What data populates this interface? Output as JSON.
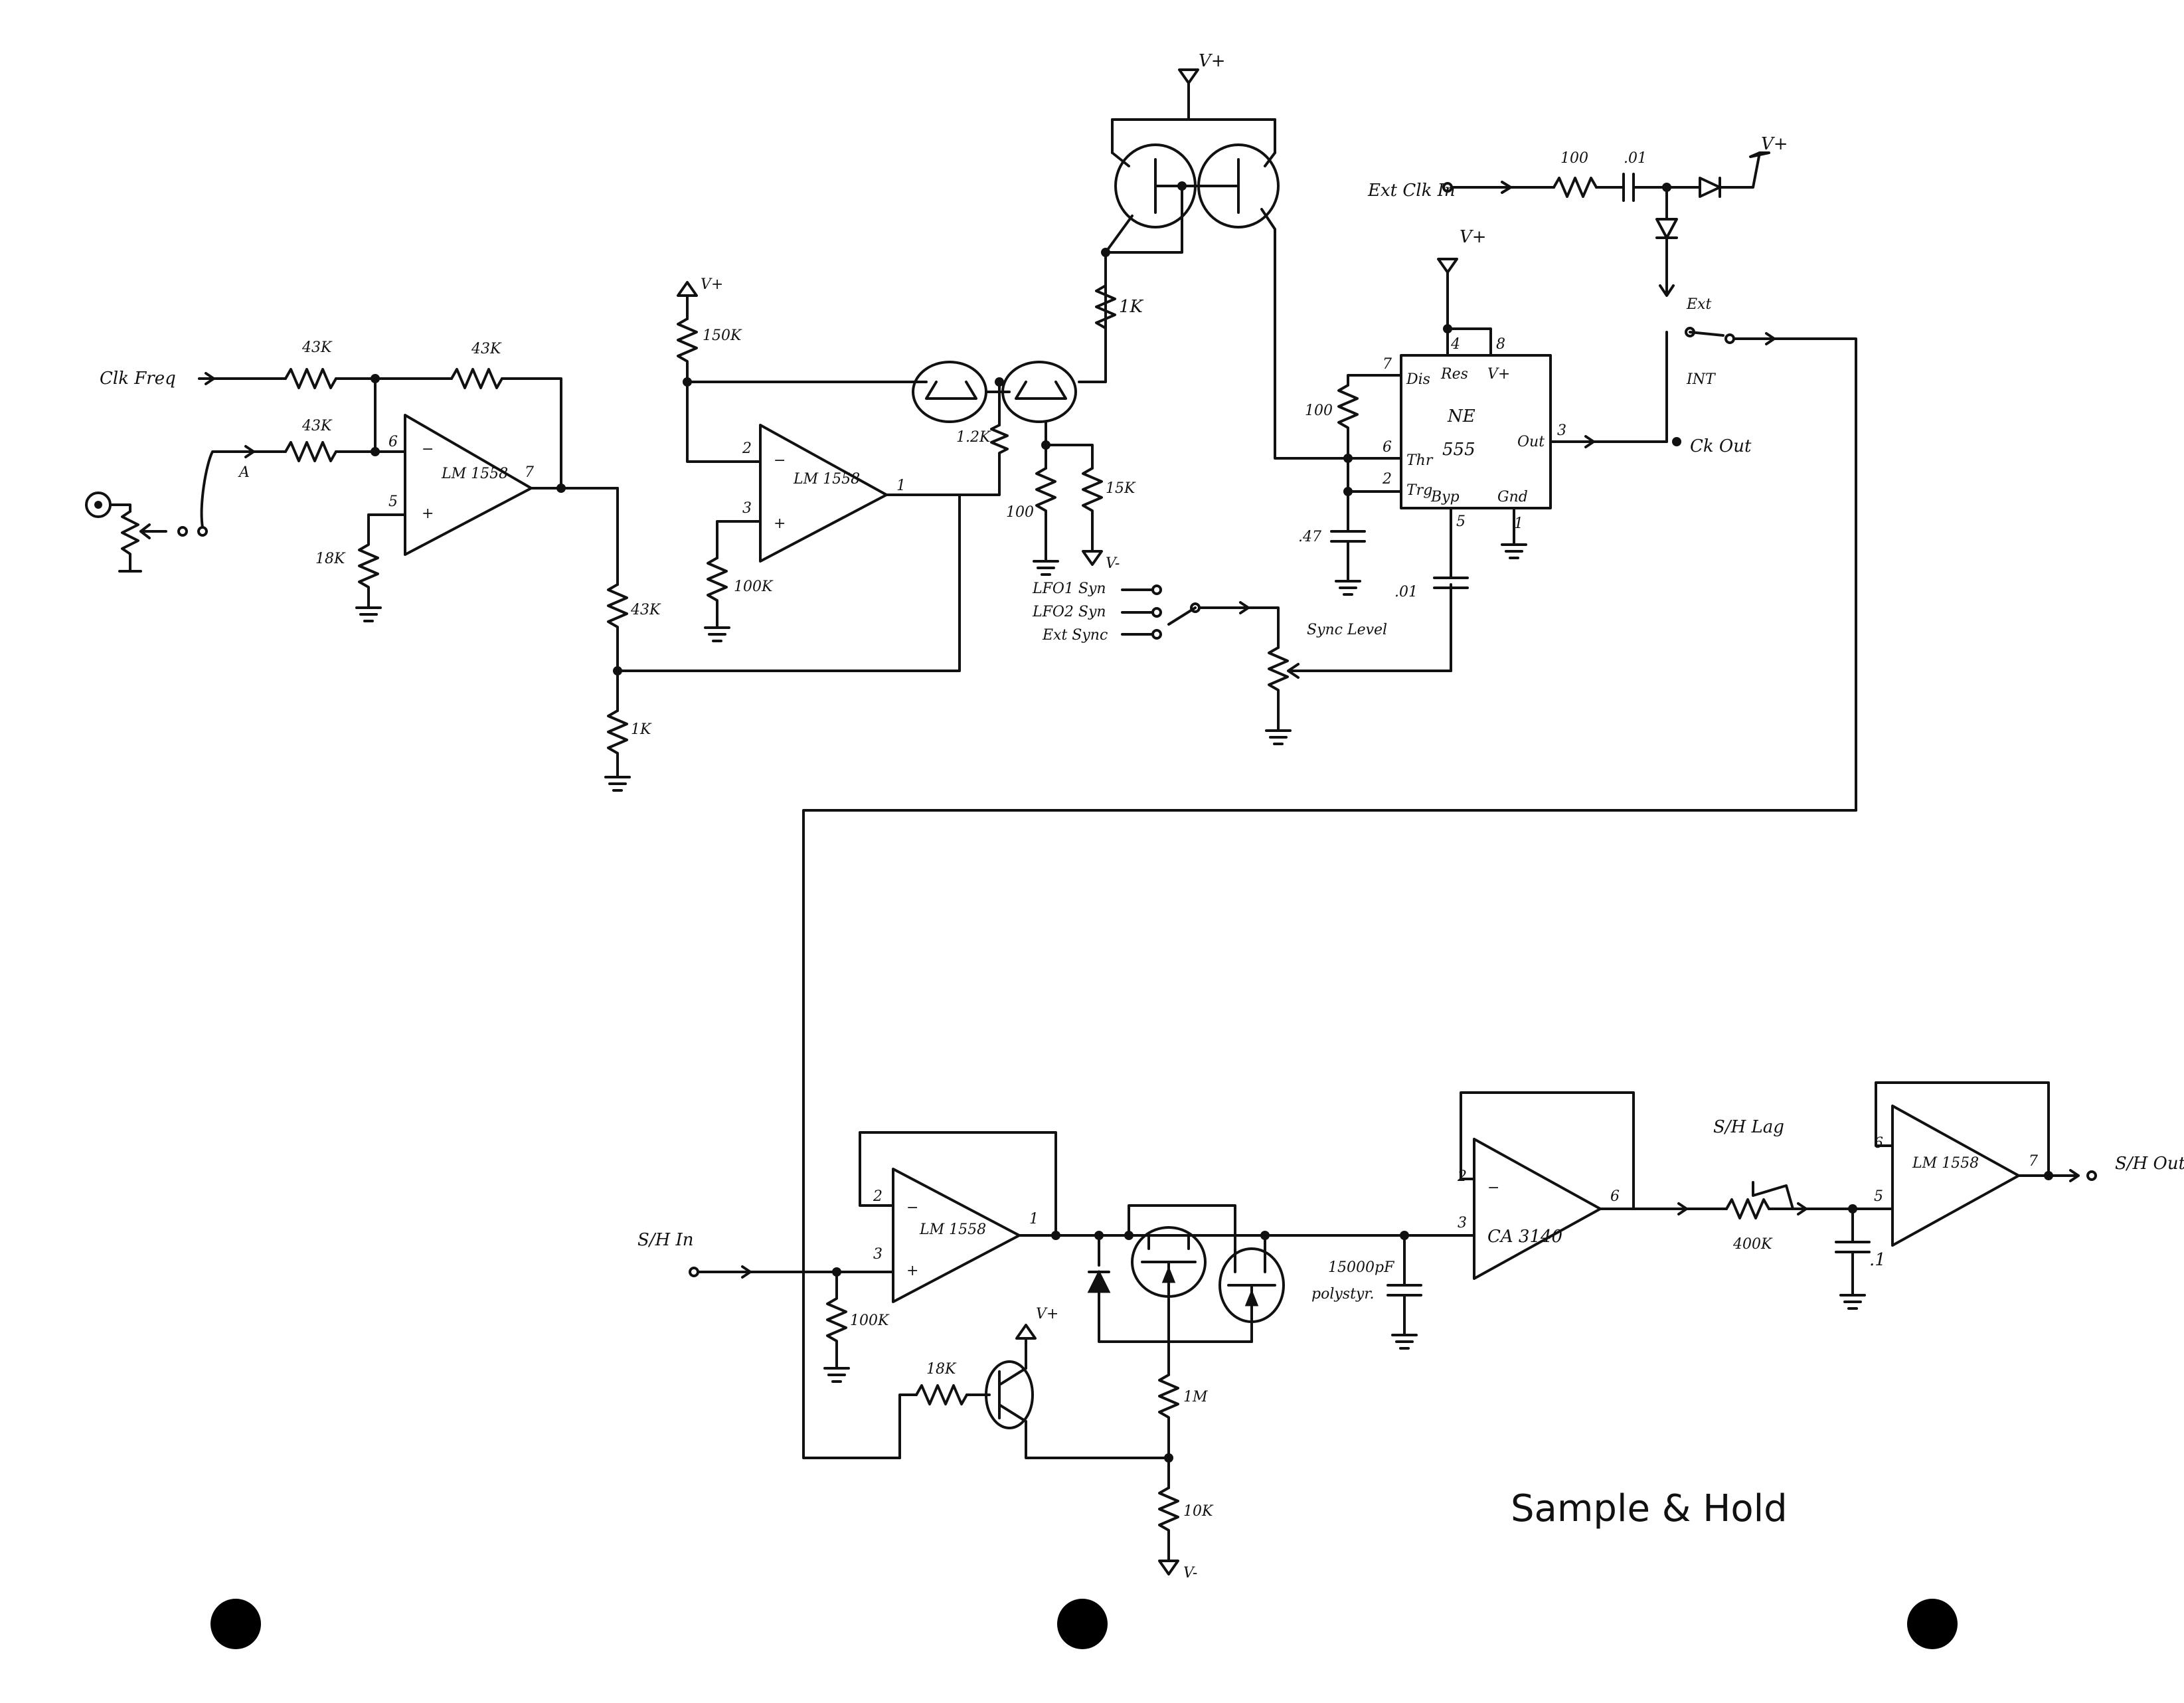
{
  "labels": {
    "clk_freq": "Clk Freq",
    "r_43k_a": "43K",
    "r_43k_b": "43K",
    "r_43k_c": "43K",
    "r_43k_d": "43K",
    "r_18k_a": "18K",
    "r_1k_a": "1K",
    "opamp1_name": "LM 1558",
    "pin_a": "A",
    "pin6": "6",
    "pin5": "5",
    "pin7": "7",
    "vplus": "V+",
    "r_150k": "150K",
    "r_100k_a": "100K",
    "opamp2_name": "LM 1558",
    "pin2": "2",
    "pin3": "3",
    "pin1": "1",
    "r_1_2k": "1.2K",
    "r_100_a": "100",
    "r_15k": "15K",
    "vminus": "V-",
    "r_1k_b": "1K",
    "lfo1_sync": "LFO1 Syn",
    "lfo2_sync": "LFO2 Syn",
    "ext_sync": "Ext Sync",
    "sync_level": "Sync Level",
    "ext_clk_in": "Ext Clk In",
    "r_100_b": "100",
    "c_01_a": ".01",
    "ext": "Ext",
    "int": "INT",
    "ck_out": "Ck Out",
    "ne555_a": "NE",
    "ne555_b": "555",
    "p555_dis": "Dis",
    "p555_res": "Res",
    "p555_v": "V+",
    "p555_thr": "Thr",
    "p555_trg": "Trg",
    "p555_byp": "Byp",
    "p555_gnd": "Gnd",
    "p555_out": "Out",
    "p4": "4",
    "p8": "8",
    "p7": "7",
    "p6": "6",
    "p2": "2",
    "p3": "3",
    "p5": "5",
    "p1": "1",
    "r_100_c": "100",
    "c_47": ".47",
    "c_01_b": ".01",
    "sh_in": "S/H In",
    "r_100k_b": "100K",
    "opamp3_name": "LM 1558",
    "r_18k_b": "18K",
    "r_1m": "1M",
    "r_10k": "10K",
    "c_15000": "15000pF",
    "polystyr": "polystyr.",
    "ca3140": "CA 3140",
    "sh_lag": "S/H Lag",
    "r_400k": "400K",
    "c_1": ".1",
    "opamp4_name": "LM 1558",
    "sh_out": "S/H Out",
    "title": "Sample & Hold",
    "minus": "−",
    "plus": "+"
  }
}
